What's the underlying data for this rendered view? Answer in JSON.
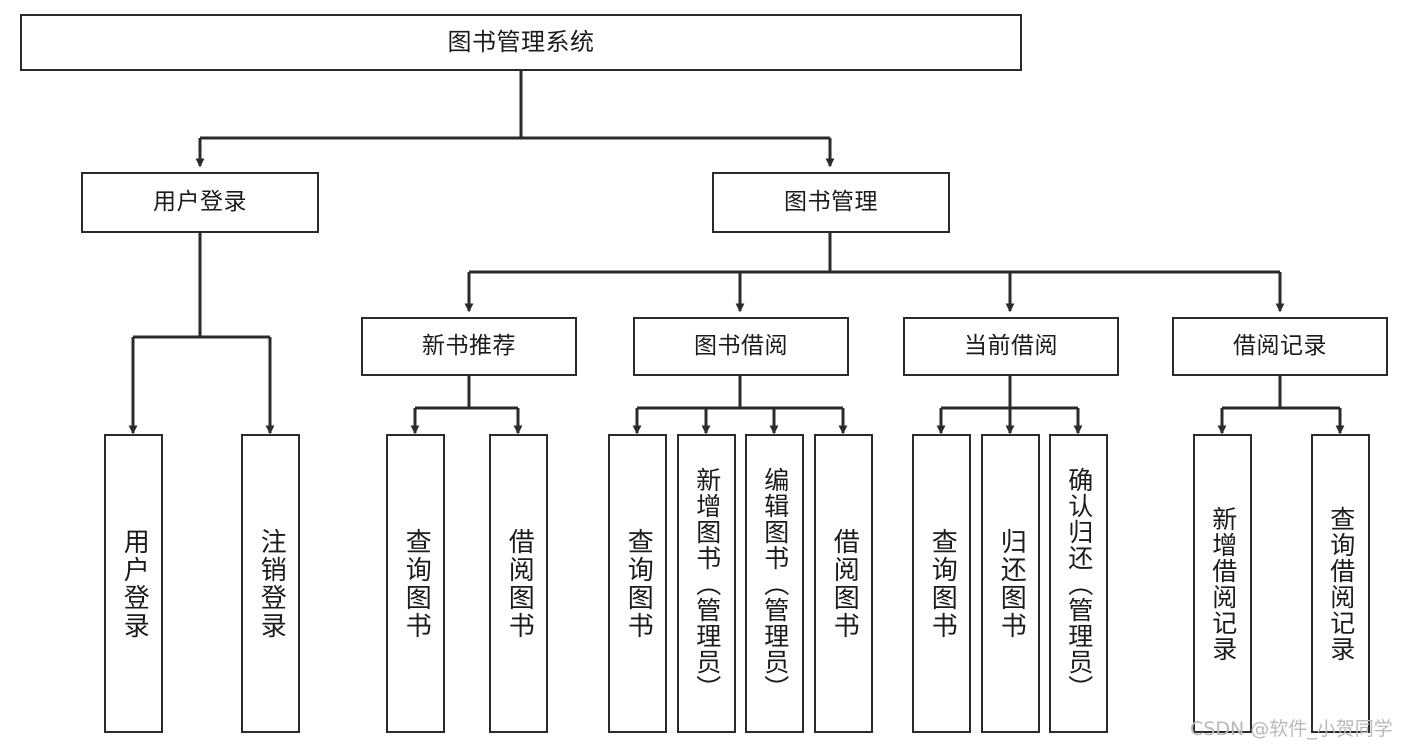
{
  "diagram": {
    "type": "tree",
    "title": "图书管理系统",
    "root": {
      "id": "root",
      "label": "图书管理系统"
    },
    "level2": [
      {
        "id": "user-login",
        "label": "用户登录"
      },
      {
        "id": "book-management",
        "label": "图书管理"
      }
    ],
    "level3": [
      {
        "id": "new-book-recommend",
        "label": "新书推荐",
        "parent": "book-management"
      },
      {
        "id": "book-borrow",
        "label": "图书借阅",
        "parent": "book-management"
      },
      {
        "id": "current-borrow",
        "label": "当前借阅",
        "parent": "book-management"
      },
      {
        "id": "borrow-record",
        "label": "借阅记录",
        "parent": "book-management"
      }
    ],
    "leaves": [
      {
        "id": "leaf-user-login",
        "label": "用户登录",
        "parent": "user-login"
      },
      {
        "id": "leaf-user-logout",
        "label": "注销登录",
        "parent": "user-login"
      },
      {
        "id": "leaf-query-book-1",
        "label": "查询图书",
        "parent": "new-book-recommend"
      },
      {
        "id": "leaf-borrow-book-1",
        "label": "借阅图书",
        "parent": "new-book-recommend"
      },
      {
        "id": "leaf-query-book-2",
        "label": "查询图书",
        "parent": "book-borrow"
      },
      {
        "id": "leaf-add-book",
        "label": "新增图书（管理员）",
        "parent": "book-borrow"
      },
      {
        "id": "leaf-edit-book",
        "label": "编辑图书（管理员）",
        "parent": "book-borrow"
      },
      {
        "id": "leaf-borrow-book-2",
        "label": "借阅图书",
        "parent": "book-borrow"
      },
      {
        "id": "leaf-query-book-3",
        "label": "查询图书",
        "parent": "current-borrow"
      },
      {
        "id": "leaf-return-book",
        "label": "归还图书",
        "parent": "current-borrow"
      },
      {
        "id": "leaf-confirm-return",
        "label": "确认归还（管理员）",
        "parent": "current-borrow"
      },
      {
        "id": "leaf-add-record",
        "label": "新增借阅记录",
        "parent": "borrow-record"
      },
      {
        "id": "leaf-query-record",
        "label": "查询借阅记录",
        "parent": "borrow-record"
      }
    ],
    "colors": {
      "stroke": "#2b2b2b",
      "fill": "#ffffff",
      "text": "#1b1b1b",
      "watermark": "#b9b9b9"
    }
  },
  "watermark": {
    "text": "CSDN @软件_小贺同学"
  }
}
